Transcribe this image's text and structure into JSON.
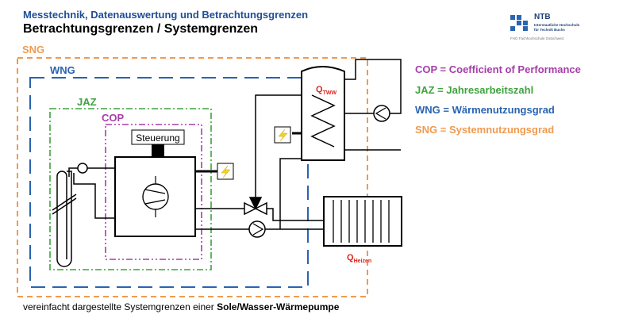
{
  "header": {
    "subtitle": "Messtechnik, Datenauswertung und Betrachtungsgrenzen",
    "title": "Betrachtungsgrenzen / Systemgrenzen"
  },
  "logo": {
    "name": "NTB",
    "line1": "Interstaatliche Hochschule",
    "line2": "für Technik Buchs",
    "line3": "FHO Fachhochschule Ostschweiz"
  },
  "boundaries": {
    "sng": "SNG",
    "wng": "WNG",
    "jaz": "JAZ",
    "cop": "COP"
  },
  "components": {
    "control_label": "Steuerung",
    "q_tww_main": "Q",
    "q_tww_sub": "TWW",
    "q_heizen_main": "Q",
    "q_heizen_sub": "Heizen"
  },
  "legend": {
    "cop": "COP = Coefficient of Performance",
    "jaz": "JAZ = Jahresarbeitszahl",
    "wng": "WNG = Wärmenutzungsgrad",
    "sng": "SNG = Systemnutzungsgrad"
  },
  "caption": {
    "prefix": "vereinfacht dargestellte Systemgrenzen einer ",
    "bold": "Sole/Wasser-Wärmepumpe"
  },
  "colors": {
    "cop": "#a63da8",
    "jaz": "#3fa23f",
    "wng": "#2a63b0",
    "sng": "#f09a50",
    "header_blue": "#1f4e96",
    "energy_red": "#d7261e",
    "lightning": "#f2d22e"
  },
  "icons": [
    "compressor-icon",
    "pump-icon",
    "three-way-valve-icon",
    "lightning-icon",
    "heating-coil-icon",
    "radiator-icon",
    "ground-probe-icon"
  ]
}
